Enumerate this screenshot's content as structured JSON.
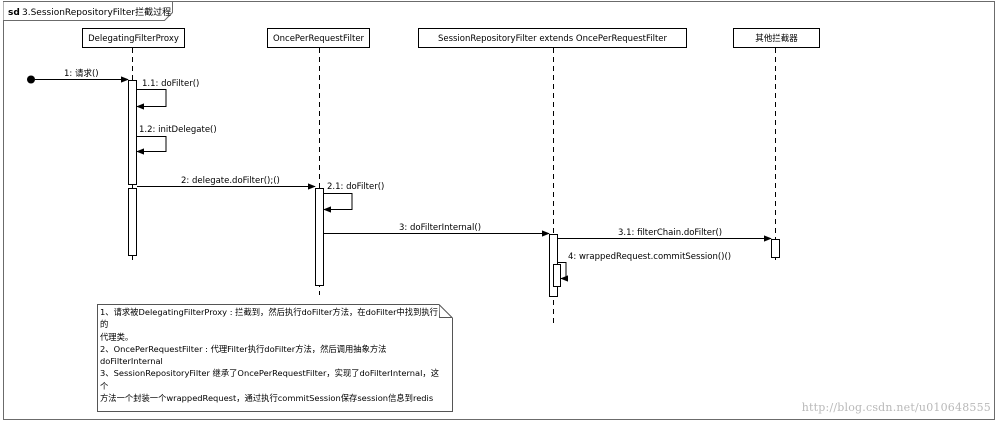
{
  "frame": {
    "prefix": "sd",
    "title": "3.SessionRepositoryFilter拦截过程"
  },
  "participants": [
    "DelegatingFilterProxy",
    "OncePerRequestFilter",
    "SessionRepositoryFilter extends OncePerRequestFilter",
    "其他拦截器"
  ],
  "messages": [
    "1: 请求()",
    "1.1: doFilter()",
    "1.2: initDelegate()",
    "2: delegate.doFilter();()",
    "2.1: doFilter()",
    "3: doFilterInternal()",
    "3.1: filterChain.doFilter()",
    "4: wrappedRequest.commitSession()()"
  ],
  "note": [
    "1、请求被DelegatingFilterProxy : 拦截到，然后执行doFilter方法，在doFilter中找到执行的",
    "代理类。",
    "2、OncePerRequestFilter : 代理Filter执行doFilter方法，然后调用抽象方法",
    "doFilterInternal",
    "3、SessionRepositoryFilter 继承了OncePerRequestFilter，实现了doFilterInternal，这个",
    "方法一个封装一个wrappedRequest，通过执行commitSession保存session信息到redis"
  ],
  "watermark": "http://blog.csdn.net/u010648555",
  "colors": {
    "line": "#000000",
    "frame": "#6b6b6b",
    "box_border": "#555555",
    "watermark": "#b9b9b9"
  }
}
